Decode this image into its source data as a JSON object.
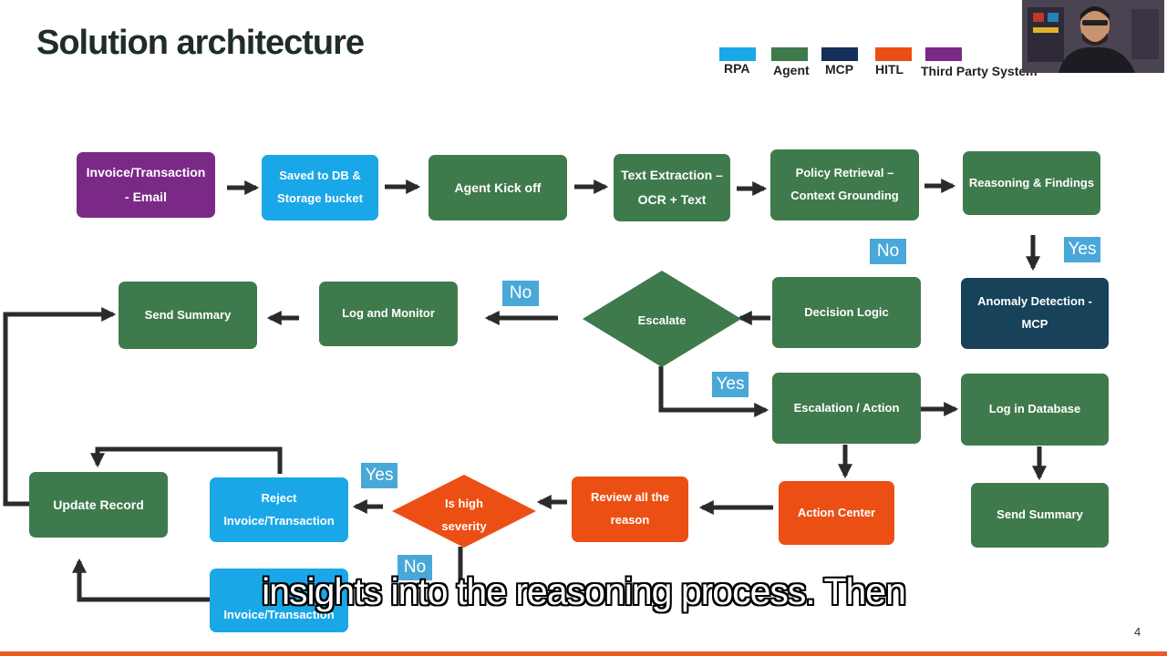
{
  "slide": {
    "title": "Solution architecture",
    "page_number": "4",
    "caption": "insights into the reasoning process. Then"
  },
  "legend": [
    {
      "label": "RPA",
      "color": "#19a7e8"
    },
    {
      "label": "Agent",
      "color": "#3f7a4c"
    },
    {
      "label": "MCP",
      "color": "#17305a"
    },
    {
      "label": "HITL",
      "color": "#ec4f14"
    },
    {
      "label": "Third Party System",
      "color": "#7a2a86"
    }
  ],
  "nodes": {
    "invoice_email": "Invoice/Transaction\n- Email",
    "saved_db": "Saved to DB &\nStorage bucket",
    "agent_kickoff": "Agent Kick off",
    "text_extraction": "Text Extraction –\nOCR + Text",
    "policy_retrieval": "Policy Retrieval –\nContext Grounding",
    "reasoning": "Reasoning & Findings",
    "anomaly": "Anomaly Detection -\nMCP",
    "decision_logic": "Decision Logic",
    "escalate": "Escalate",
    "log_monitor": "Log and Monitor",
    "send_summary_top": "Send Summary",
    "escalation_action": "Escalation / Action",
    "log_db": "Log in Database",
    "send_summary_right": "Send Summary",
    "action_center": "Action Center",
    "review_reason": "Review all the\nreason",
    "high_severity": "Is high\nseverity",
    "reject": "Reject\nInvoice/Transaction",
    "approve": "Invoice/Transaction",
    "update_record": "Update Record"
  },
  "tags": {
    "no_decision": "No",
    "yes_anomaly": "Yes",
    "no_escalate": "No",
    "yes_escalate": "Yes",
    "yes_severity": "Yes",
    "no_severity": "No"
  }
}
